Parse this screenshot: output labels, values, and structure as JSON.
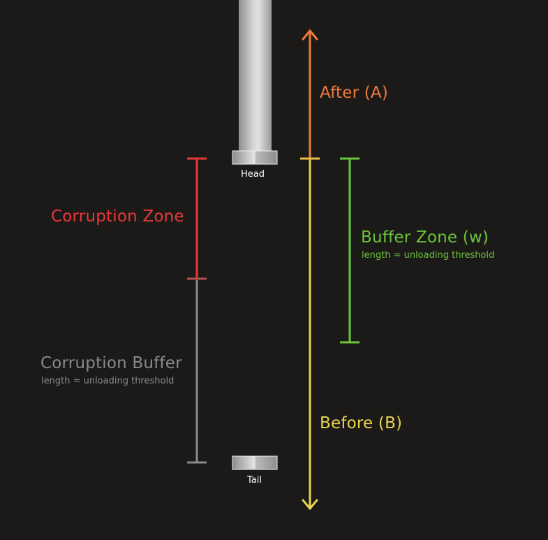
{
  "labels": {
    "after": "After (A)",
    "before": "Before (B)",
    "head": "Head",
    "tail": "Tail",
    "corruption_zone": "Corruption Zone",
    "corruption_buffer": "Corruption Buffer",
    "corruption_buffer_sub": "length = unloading threshold",
    "buffer_zone": "Buffer Zone (w)",
    "buffer_zone_sub": "length = unloading threshold"
  },
  "colors": {
    "background": "#1c1a19",
    "after": "#f07a3a",
    "before": "#e8d44a",
    "corruption_zone": "#e83838",
    "corruption_buffer": "#8a8a8a",
    "buffer_zone": "#6cc43a",
    "pillar": "#c8c8c8",
    "text_white": "#ffffff"
  }
}
